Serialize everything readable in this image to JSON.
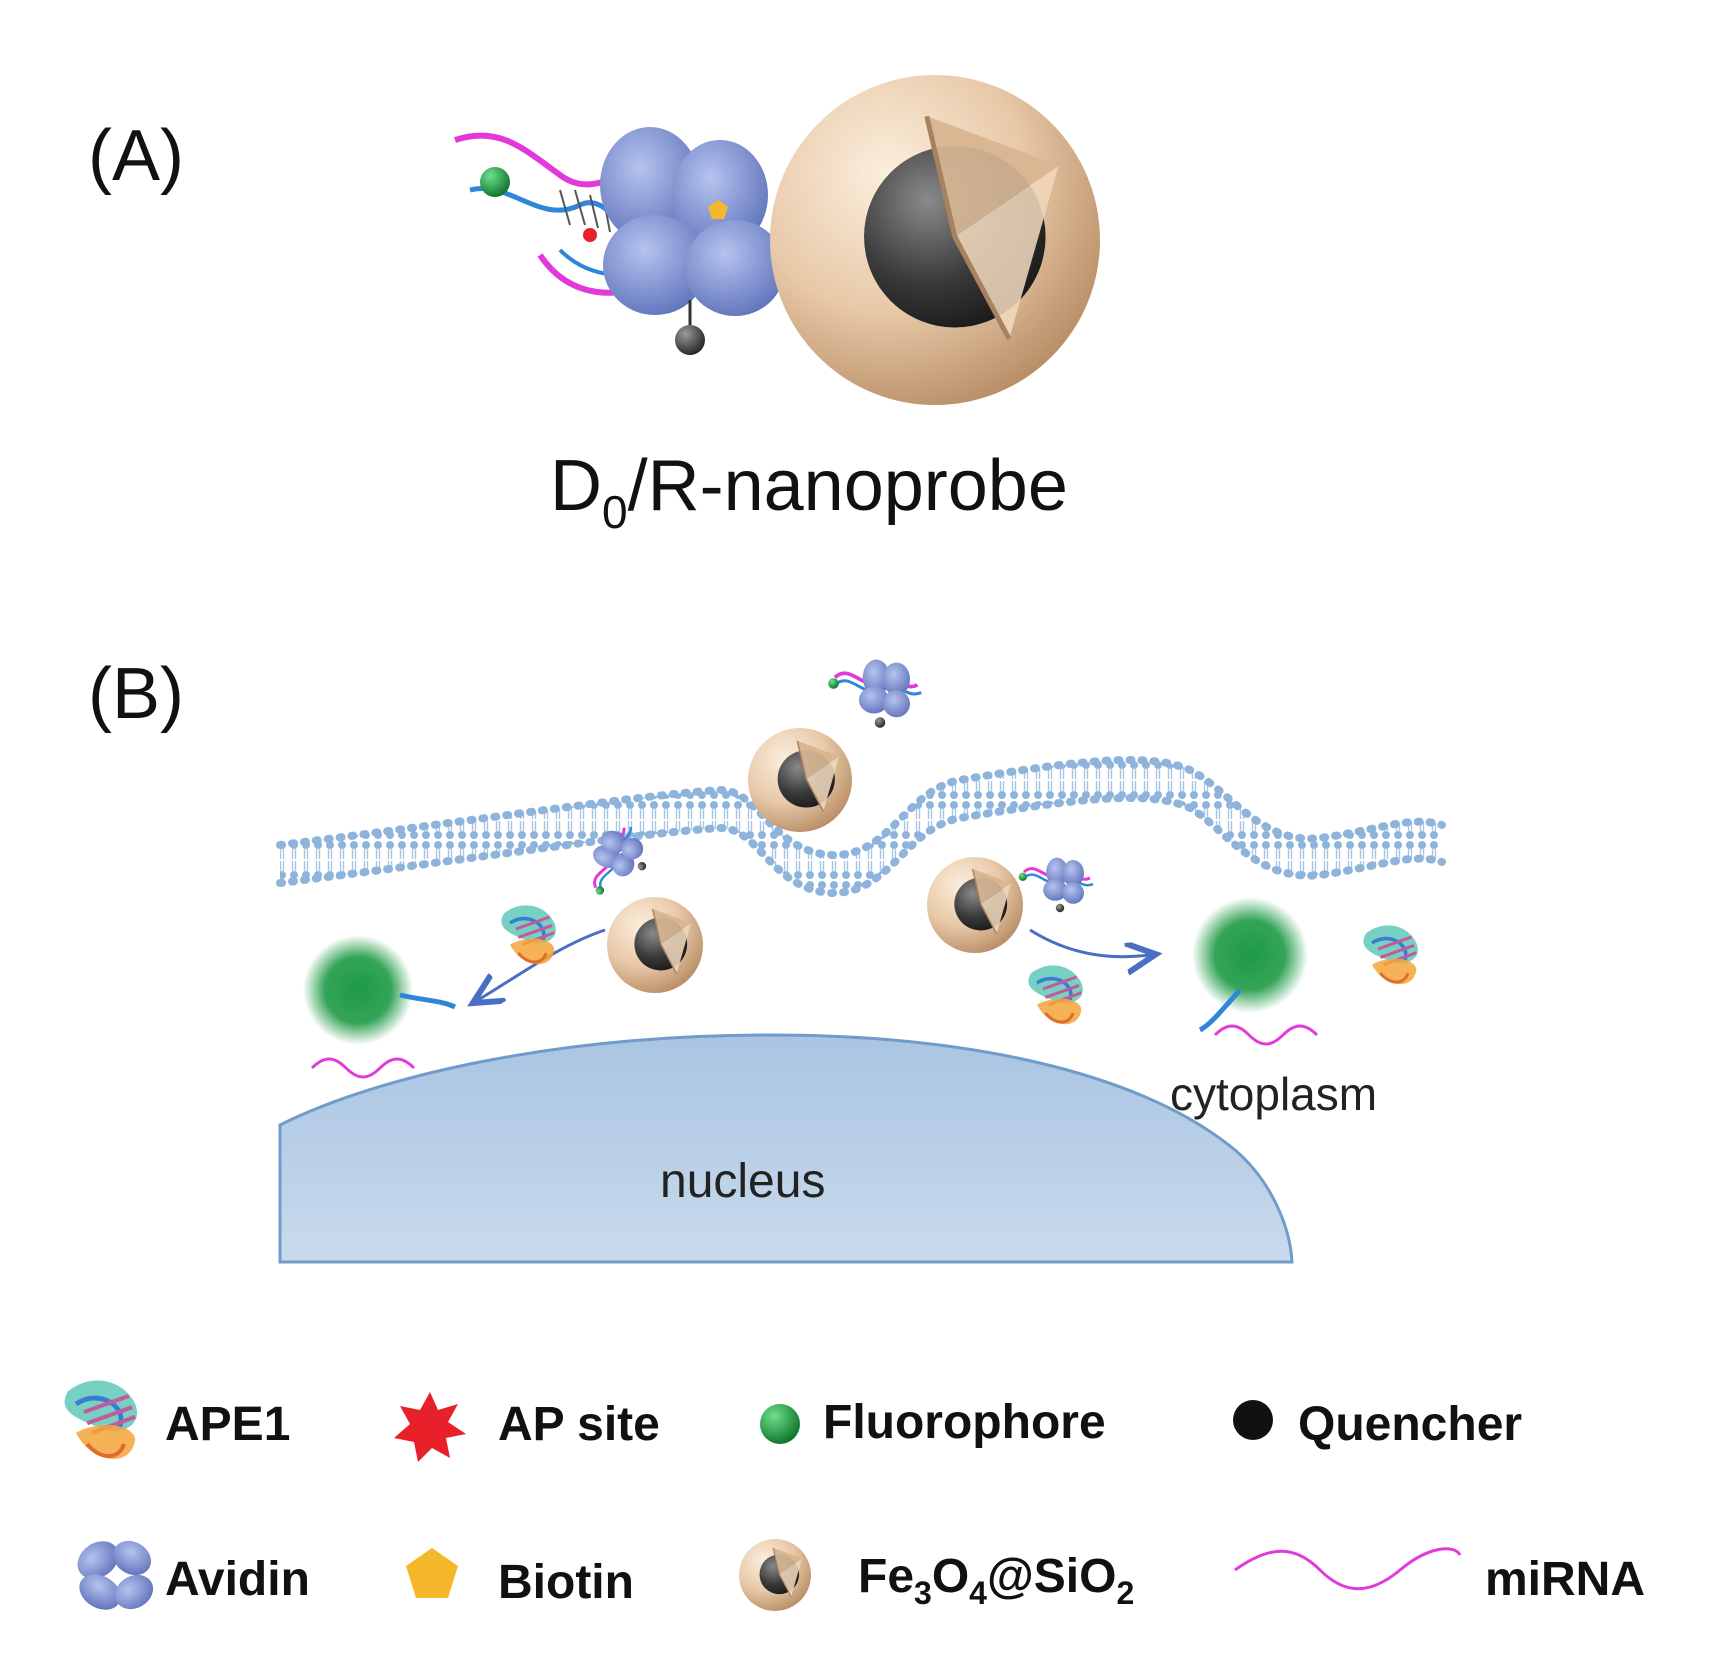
{
  "panel_a": {
    "label": "(A)",
    "probe_name_main": "D",
    "probe_name_sub": "0",
    "probe_name_rest": "/R-nanoprobe"
  },
  "panel_b": {
    "label": "(B)",
    "cytoplasm_label": "cytoplasm",
    "nucleus_label": "nucleus"
  },
  "legend": {
    "ape1": "APE1",
    "ap_site": "AP site",
    "fluorophore": "Fluorophore",
    "quencher": "Quencher",
    "avidin": "Avidin",
    "biotin": "Biotin",
    "fe_a": "Fe",
    "fe_sub1": "3",
    "fe_b": "O",
    "fe_sub2": "4",
    "fe_c": "@SiO",
    "fe_sub3": "2",
    "mirna": "miRNA"
  },
  "colors": {
    "shell": "#e8c9a8",
    "core": "#3a3a3a",
    "avidin": "#7b8fcf",
    "fluorophore": "#1e9a45",
    "ap_site": "#e8202a",
    "biotin": "#f4b82a",
    "mirna": "#e23ad8",
    "dna": "#2f86d8",
    "membrane": "#8fb4dc",
    "nucleus": "#c3d6e9",
    "arrow": "#4a6fc2"
  }
}
